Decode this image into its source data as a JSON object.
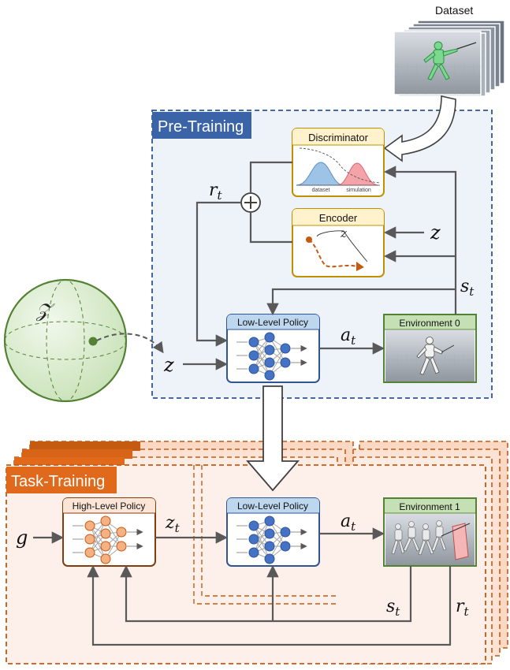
{
  "dataset": {
    "label": "Dataset"
  },
  "pretraining": {
    "label": "Pre-Training",
    "discriminator": {
      "title": "Discriminator",
      "left_label": "dataset",
      "right_label": "simulation"
    },
    "encoder": {
      "title": "Encoder",
      "z_label": "z"
    },
    "low_level_policy": {
      "title": "Low-Level Policy"
    },
    "environment": {
      "title": "Environment 0"
    },
    "sum_symbol": "+",
    "vars": {
      "r": "r",
      "r_sub": "t",
      "z_in": "z",
      "z_enc": "z",
      "a": "a",
      "a_sub": "t",
      "s": "s",
      "s_sub": "t"
    }
  },
  "latent_space": {
    "label": "𝒵"
  },
  "tasktraining": {
    "label": "Task-Training",
    "high_level_policy": {
      "title": "High-Level Policy"
    },
    "low_level_policy": {
      "title": "Low-Level Policy"
    },
    "environment": {
      "title": "Environment 1"
    },
    "vars": {
      "g": "g",
      "z": "z",
      "z_sub": "t",
      "a": "a",
      "a_sub": "t",
      "s": "s",
      "s_sub": "t",
      "r": "r",
      "r_sub": "t"
    }
  },
  "colors": {
    "pretrain_border": "#2f5597",
    "pretrain_fill": "#eef3fa",
    "pretrain_label_bg": "#3b64a8",
    "task_border": "#c55a11",
    "task_fill": "#fdf0ea",
    "task_label_bg": "#e0691b",
    "gold": "#bf9000",
    "gold_header": "#fff2cc",
    "blue_node": "#4472c4",
    "orange_node": "#f4b183",
    "env_green": "#548235",
    "sphere_fill": "#e2efda",
    "arrow": "#595959"
  }
}
